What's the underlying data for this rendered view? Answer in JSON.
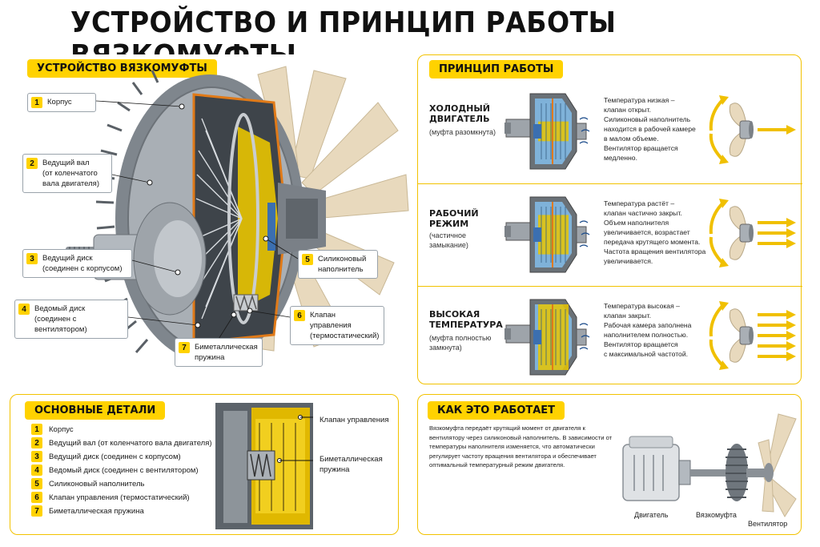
{
  "title": "УСТРОЙСТВО И ПРИНЦИП РАБОТЫ ВЯЗКОМУФТЫ",
  "device": {
    "badge": "УСТРОЙСТВО ВЯЗКОМУФТЫ",
    "callouts": [
      {
        "num": "1",
        "text": "Корпус"
      },
      {
        "num": "2",
        "text": "Ведущий вал\n(от коленчатого\nвала двигателя)"
      },
      {
        "num": "3",
        "text": "Ведущий диск\n(соединен с корпусом)"
      },
      {
        "num": "4",
        "text": "Ведомый диск\n(соединен с вентилятором)"
      },
      {
        "num": "5",
        "text": "Силиконовый\nнаполнитель"
      },
      {
        "num": "6",
        "text": "Клапан управления\n(термостатический)"
      },
      {
        "num": "7",
        "text": "Биметаллическая\nпружина"
      }
    ]
  },
  "principle": {
    "badge": "ПРИНЦИП РАБОТЫ",
    "modes": [
      {
        "title": "ХОЛОДНЫЙ\nДВИГАТЕЛЬ",
        "sub": "(муфта разомкнута)",
        "desc": "Температура низкая –\nклапан открыт.\nСиликоновый наполнитель\nнаходится в рабочей камере\nв малом объеме.\nВентилятор вращается\nмедленно.",
        "arrows": 1
      },
      {
        "title": "РАБОЧИЙ\nРЕЖИМ",
        "sub": "(частичное\nзамыкание)",
        "desc": "Температура растёт –\nклапан частично закрыт.\nОбъем наполнителя\nувеличивается, возрастает\nпередача крутящего момента.\nЧастота вращения вентилятора\nувеличивается.",
        "arrows": 3
      },
      {
        "title": "ВЫСОКАЯ\nТЕМПЕРАТУРА",
        "sub": "(муфта полностью\nзамкнута)",
        "desc": "Температура высокая –\nклапан закрыт.\nРабочая камера заполнена\nнаполнителем полностью.\nВентилятор вращается\nс максимальной частотой.",
        "arrows": 5
      }
    ]
  },
  "parts": {
    "badge": "ОСНОВНЫЕ ДЕТАЛИ",
    "items": [
      {
        "num": "1",
        "text": "Корпус"
      },
      {
        "num": "2",
        "text": "Ведущий вал (от коленчатого вала двигателя)"
      },
      {
        "num": "3",
        "text": "Ведущий диск (соединен с корпусом)"
      },
      {
        "num": "4",
        "text": "Ведомый диск (соединен с вентилятором)"
      },
      {
        "num": "5",
        "text": "Силиконовый наполнитель"
      },
      {
        "num": "6",
        "text": "Клапан управления (термостатический)"
      },
      {
        "num": "7",
        "text": "Биметаллическая пружина"
      }
    ],
    "detail_labels": {
      "valve": "Клапан управления",
      "spring": "Биметаллическая\nпружина"
    }
  },
  "how": {
    "badge": "КАК ЭТО РАБОТАЕТ",
    "text": "Вязкомуфта передаёт крутящий момент от двигателя к вентилятору через силиконовый наполнитель. В зависимости от температуры наполнителя изменяется, что автоматически регулирует частоту вращения вентилятора и обеспечивает оптимальный температурный режим двигателя.",
    "labels": {
      "engine": "Двигатель",
      "clutch": "Вязкомуфта",
      "fan": "Вентилятор"
    }
  },
  "colors": {
    "accent": "#ffd200",
    "border": "#f2c200",
    "fluid": "#e8c400",
    "coolant": "#7fb2d9",
    "metal": "#9ea4aa",
    "fan_blade": "#e8d9bd"
  },
  "icons": [
    "arrow-right-icon",
    "rotation-arrow-icon",
    "fan-icon",
    "engine-icon"
  ]
}
